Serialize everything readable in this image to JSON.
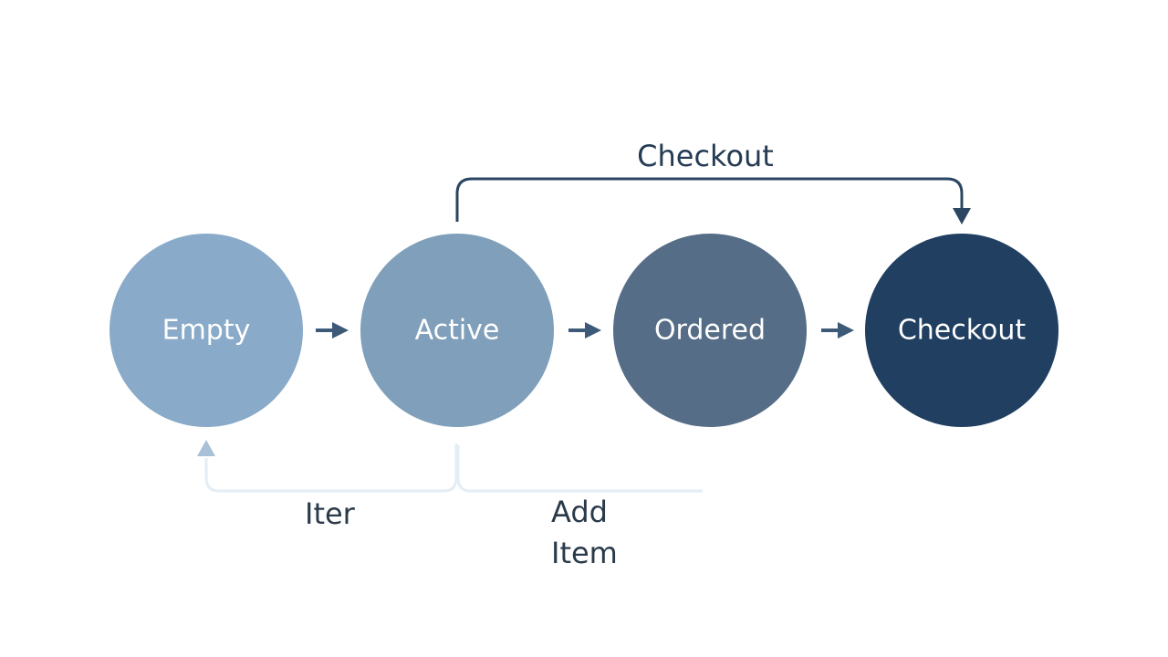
{
  "nodes": [
    {
      "id": "empty",
      "label": "Empty",
      "color": "#89aac8"
    },
    {
      "id": "active",
      "label": "Active",
      "color": "#7f9fba"
    },
    {
      "id": "ordered",
      "label": "Ordered",
      "color": "#566d87"
    },
    {
      "id": "checkout",
      "label": "Checkout",
      "color": "#203f61"
    }
  ],
  "edges": {
    "top_label": "Checkout",
    "bottom_left_label": "Iter",
    "bottom_mid_label_line1": "Add",
    "bottom_mid_label_line2": "Item"
  },
  "colors": {
    "arrow": "#3d5a78",
    "top_connector": "#2b4663",
    "faint_connector": "#e4eef4",
    "faint_arrowhead": "#a9c1d6"
  }
}
